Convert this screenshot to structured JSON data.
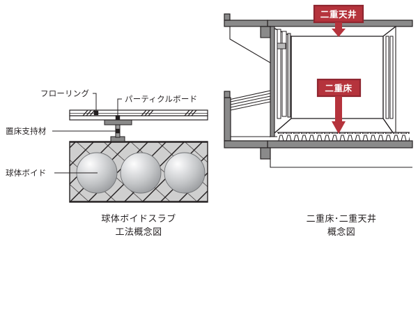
{
  "figure": {
    "background_color": "#ffffff",
    "ink_color": "#231f20",
    "accent_red": "#b5333c",
    "accent_red_dark": "#8f2630",
    "concrete_gray": "#cfcfcf",
    "structure_gray": "#8a8a8a"
  },
  "left_diagram": {
    "caption_line1": "球体ボイドスラブ",
    "caption_line2": "工法概念図",
    "labels": {
      "flooring": "フローリング",
      "particle_board": "パーティクルボード",
      "floor_support": "置床支持材",
      "sphere_void": "球体ボイド"
    },
    "parts": {
      "flooring_layer": "flooring-layer",
      "particle_board_layer": "particle-board-layer",
      "support_pedestal": "support-pedestal",
      "concrete_slab": "concrete-slab",
      "void_spheres_count": 3
    }
  },
  "right_diagram": {
    "caption_line1": "二重床･二重天井",
    "caption_line2": "概念図",
    "badges": [
      {
        "name": "double-ceiling",
        "label": "二重天井"
      },
      {
        "name": "double-floor",
        "label": "二重床"
      }
    ],
    "parts": {
      "room_cutaway": "room-cutaway",
      "ceiling_slab": "ceiling-slab",
      "floor_slab": "floor-slab",
      "raised_floor_pedestals": "raised-floor-pedestals"
    }
  }
}
